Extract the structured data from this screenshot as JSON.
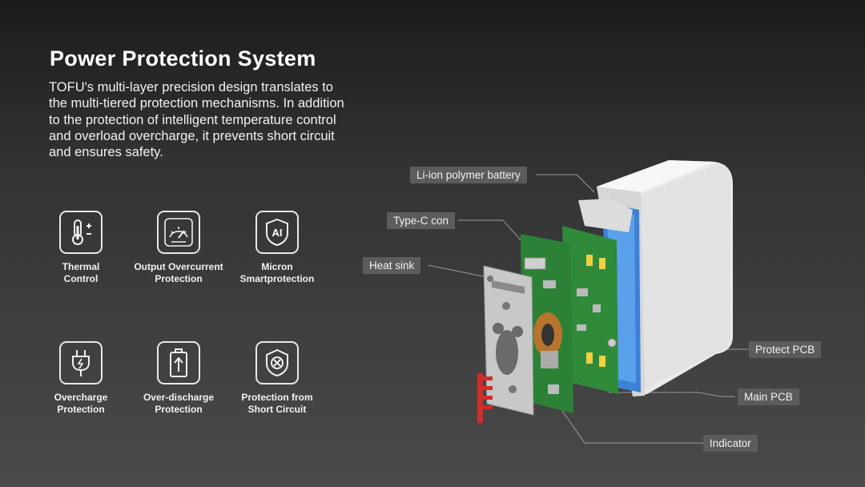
{
  "title": "Power Protection System",
  "description": "TOFU's multi-layer precision design translates to the multi-tiered protection mechanisms. In addition to the protection of intelligent temperature control and overload overcharge, it prevents short circuit and ensures safety.",
  "features": [
    {
      "icon": "thermometer-icon",
      "label": "Thermal\nControl"
    },
    {
      "icon": "gauge-icon",
      "label": "Output  Overcurrent\nProtection"
    },
    {
      "icon": "ai-shield-icon",
      "label": "Micron\nSmartprotection",
      "icon_text": "AI"
    },
    {
      "icon": "plug-icon",
      "label": "Overcharge\nProtection"
    },
    {
      "icon": "battery-icon",
      "label": "Over-discharge\nProtection"
    },
    {
      "icon": "shield-x-icon",
      "label": "Protection from\nShort Circuit"
    }
  ],
  "callouts": {
    "battery": "Li-ion polymer battery",
    "type_c": "Type-C con",
    "heat_sink": "Heat sink",
    "protect_pcb": "Protect PCB",
    "main_pcb": "Main PCB",
    "indicator": "Indicator"
  },
  "colors": {
    "pcb_green": "#2f8a3a",
    "battery_blue": "#3b82d6",
    "connector_red": "#d42a2a"
  }
}
